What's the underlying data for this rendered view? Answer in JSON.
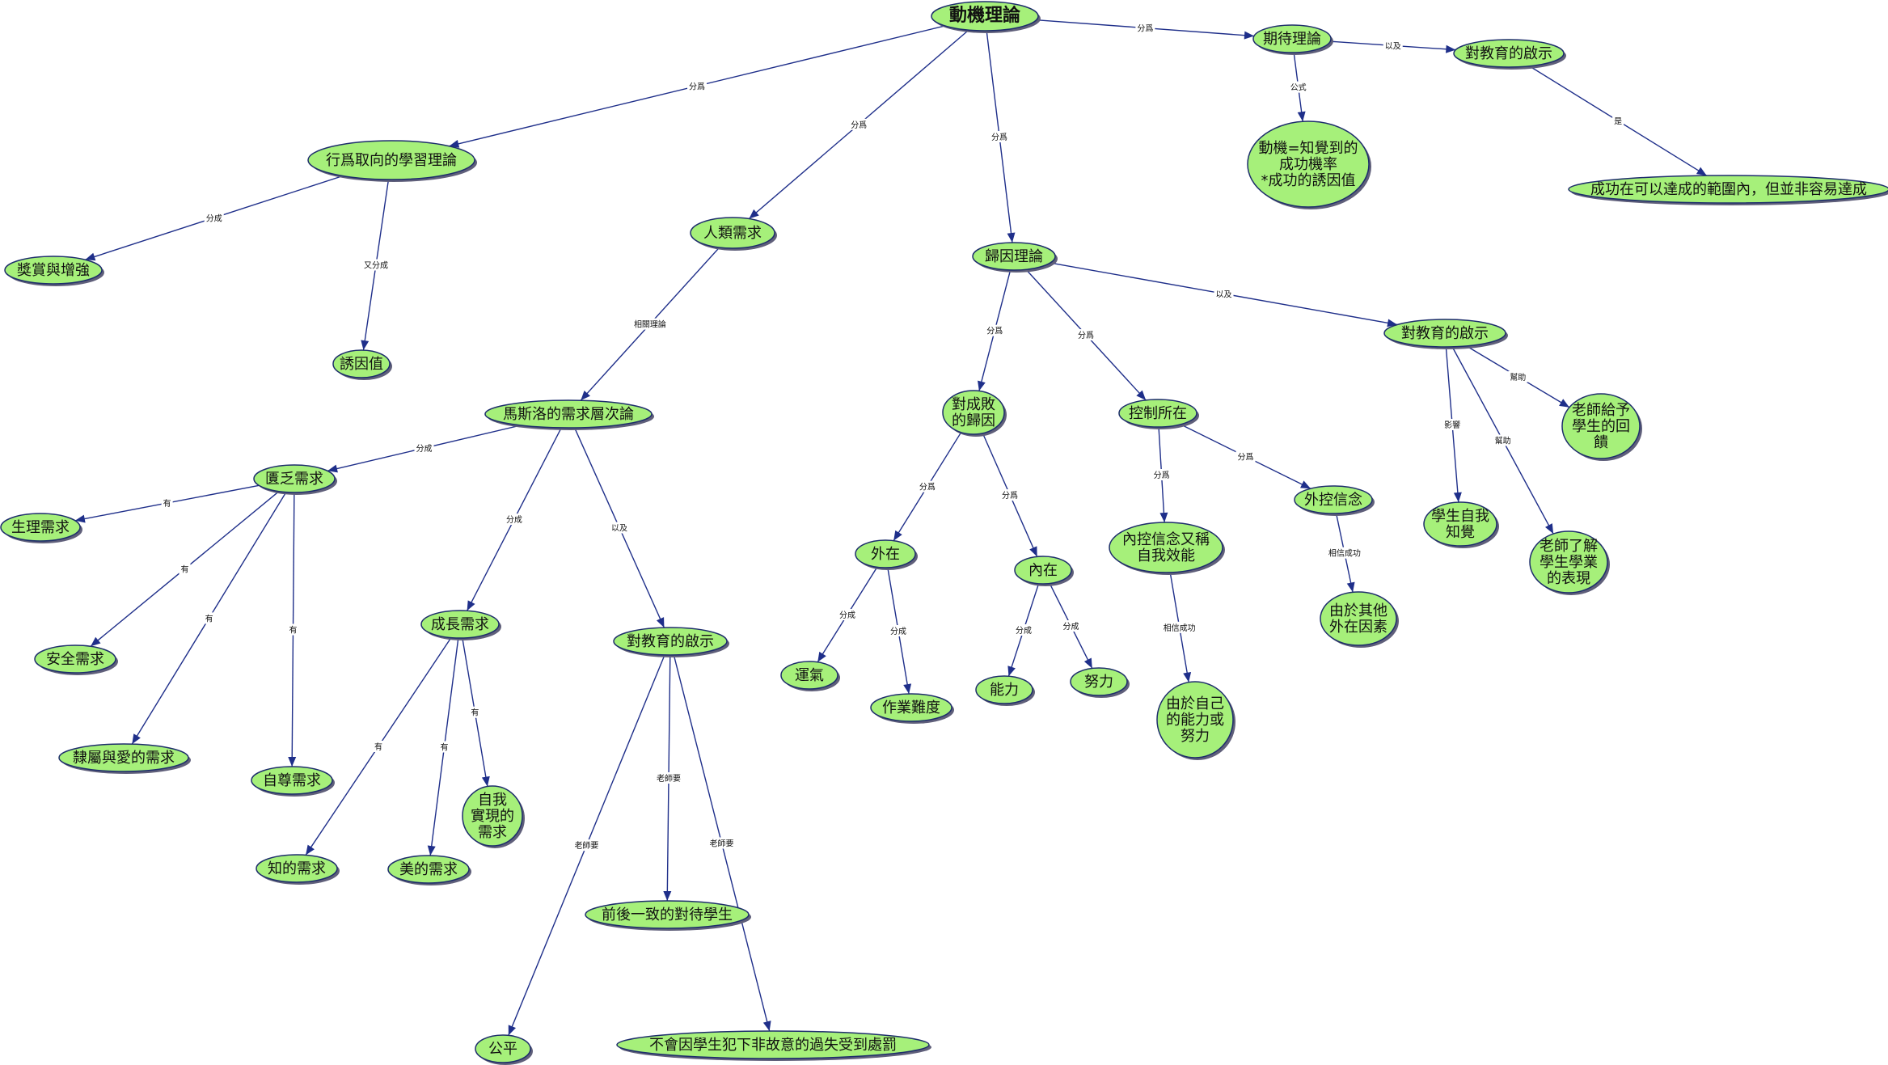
{
  "nodes": [
    {
      "id": "root",
      "lines": [
        "動機理論"
      ]
    },
    {
      "id": "expect",
      "lines": [
        "期待理論"
      ]
    },
    {
      "id": "edu1",
      "lines": [
        "對教育的啟示"
      ]
    },
    {
      "id": "formula",
      "lines": [
        "動機=知覺到的",
        "成功機率",
        "*成功的誘因值"
      ]
    },
    {
      "id": "success",
      "lines": [
        "成功在可以達成的範圍內，但並非容易達成"
      ]
    },
    {
      "id": "behav",
      "lines": [
        "行爲取向的學習理論"
      ]
    },
    {
      "id": "reward",
      "lines": [
        "獎賞與增強"
      ]
    },
    {
      "id": "incentive",
      "lines": [
        "誘因值"
      ]
    },
    {
      "id": "human",
      "lines": [
        "人類需求"
      ]
    },
    {
      "id": "maslow",
      "lines": [
        "馬斯洛的需求層次論"
      ]
    },
    {
      "id": "deficit",
      "lines": [
        "匱乏需求"
      ]
    },
    {
      "id": "physio",
      "lines": [
        "生理需求"
      ]
    },
    {
      "id": "safety",
      "lines": [
        "安全需求"
      ]
    },
    {
      "id": "belong",
      "lines": [
        "隸屬與愛的需求"
      ]
    },
    {
      "id": "esteem",
      "lines": [
        "自尊需求"
      ]
    },
    {
      "id": "growth",
      "lines": [
        "成長需求"
      ]
    },
    {
      "id": "know",
      "lines": [
        "知的需求"
      ]
    },
    {
      "id": "beauty",
      "lines": [
        "美的需求"
      ]
    },
    {
      "id": "selfact",
      "lines": [
        "自我",
        "實現的",
        "需求"
      ]
    },
    {
      "id": "edu2",
      "lines": [
        "對教育的啟示"
      ]
    },
    {
      "id": "consistent",
      "lines": [
        "前後一致的對待學生"
      ]
    },
    {
      "id": "fair",
      "lines": [
        "公平"
      ]
    },
    {
      "id": "nopunish",
      "lines": [
        "不會因學生犯下非故意的過失受到處罰"
      ]
    },
    {
      "id": "attrib",
      "lines": [
        "歸因理論"
      ]
    },
    {
      "id": "successfail",
      "lines": [
        "對成敗",
        "的歸因"
      ]
    },
    {
      "id": "external",
      "lines": [
        "外在"
      ]
    },
    {
      "id": "luck",
      "lines": [
        "運氣"
      ]
    },
    {
      "id": "difficulty",
      "lines": [
        "作業難度"
      ]
    },
    {
      "id": "internal",
      "lines": [
        "內在"
      ]
    },
    {
      "id": "ability",
      "lines": [
        "能力"
      ]
    },
    {
      "id": "effort",
      "lines": [
        "努力"
      ]
    },
    {
      "id": "locus",
      "lines": [
        "控制所在"
      ]
    },
    {
      "id": "intctrl",
      "lines": [
        "內控信念又稱",
        "自我效能"
      ]
    },
    {
      "id": "byself",
      "lines": [
        "由於自己",
        "的能力或",
        "努力"
      ]
    },
    {
      "id": "extctrl",
      "lines": [
        "外控信念"
      ]
    },
    {
      "id": "byother",
      "lines": [
        "由於其他",
        "外在因素"
      ]
    },
    {
      "id": "edu3",
      "lines": [
        "對教育的啟示"
      ]
    },
    {
      "id": "selfaware",
      "lines": [
        "學生自我",
        "知覺"
      ]
    },
    {
      "id": "understand",
      "lines": [
        "老師了解",
        "學生學業",
        "的表現"
      ]
    },
    {
      "id": "feedback",
      "lines": [
        "老師給予",
        "學生的回",
        "饋"
      ]
    }
  ],
  "edges": [
    {
      "from": "root",
      "to": "expect",
      "label": "分爲"
    },
    {
      "from": "expect",
      "to": "edu1",
      "label": "以及"
    },
    {
      "from": "expect",
      "to": "formula",
      "label": "公式"
    },
    {
      "from": "edu1",
      "to": "success",
      "label": "是"
    },
    {
      "from": "root",
      "to": "behav",
      "label": "分爲"
    },
    {
      "from": "behav",
      "to": "reward",
      "label": "分成"
    },
    {
      "from": "behav",
      "to": "incentive",
      "label": "又分成"
    },
    {
      "from": "root",
      "to": "human",
      "label": "分爲"
    },
    {
      "from": "human",
      "to": "maslow",
      "label": "相關理論"
    },
    {
      "from": "maslow",
      "to": "deficit",
      "label": "分成"
    },
    {
      "from": "deficit",
      "to": "physio",
      "label": "有"
    },
    {
      "from": "deficit",
      "to": "safety",
      "label": "有"
    },
    {
      "from": "deficit",
      "to": "belong",
      "label": "有"
    },
    {
      "from": "deficit",
      "to": "esteem",
      "label": "有"
    },
    {
      "from": "maslow",
      "to": "growth",
      "label": "分成"
    },
    {
      "from": "growth",
      "to": "know",
      "label": "有"
    },
    {
      "from": "growth",
      "to": "beauty",
      "label": "有"
    },
    {
      "from": "growth",
      "to": "selfact",
      "label": "有"
    },
    {
      "from": "maslow",
      "to": "edu2",
      "label": "以及"
    },
    {
      "from": "edu2",
      "to": "consistent",
      "label": "老師要"
    },
    {
      "from": "edu2",
      "to": "fair",
      "label": "老師要"
    },
    {
      "from": "edu2",
      "to": "nopunish",
      "label": "老師要"
    },
    {
      "from": "root",
      "to": "attrib",
      "label": "分爲"
    },
    {
      "from": "attrib",
      "to": "successfail",
      "label": "分爲"
    },
    {
      "from": "successfail",
      "to": "external",
      "label": "分爲"
    },
    {
      "from": "external",
      "to": "luck",
      "label": "分成"
    },
    {
      "from": "external",
      "to": "difficulty",
      "label": "分成"
    },
    {
      "from": "successfail",
      "to": "internal",
      "label": "分爲"
    },
    {
      "from": "internal",
      "to": "ability",
      "label": "分成"
    },
    {
      "from": "internal",
      "to": "effort",
      "label": "分成"
    },
    {
      "from": "attrib",
      "to": "locus",
      "label": "分爲"
    },
    {
      "from": "locus",
      "to": "intctrl",
      "label": "分爲"
    },
    {
      "from": "intctrl",
      "to": "byself",
      "label": "相信成功"
    },
    {
      "from": "locus",
      "to": "extctrl",
      "label": "分爲"
    },
    {
      "from": "extctrl",
      "to": "byother",
      "label": "相信成功"
    },
    {
      "from": "attrib",
      "to": "edu3",
      "label": "以及"
    },
    {
      "from": "edu3",
      "to": "selfaware",
      "label": "影響"
    },
    {
      "from": "edu3",
      "to": "understand",
      "label": "幫助"
    },
    {
      "from": "edu3",
      "to": "feedback",
      "label": "幫助"
    }
  ]
}
